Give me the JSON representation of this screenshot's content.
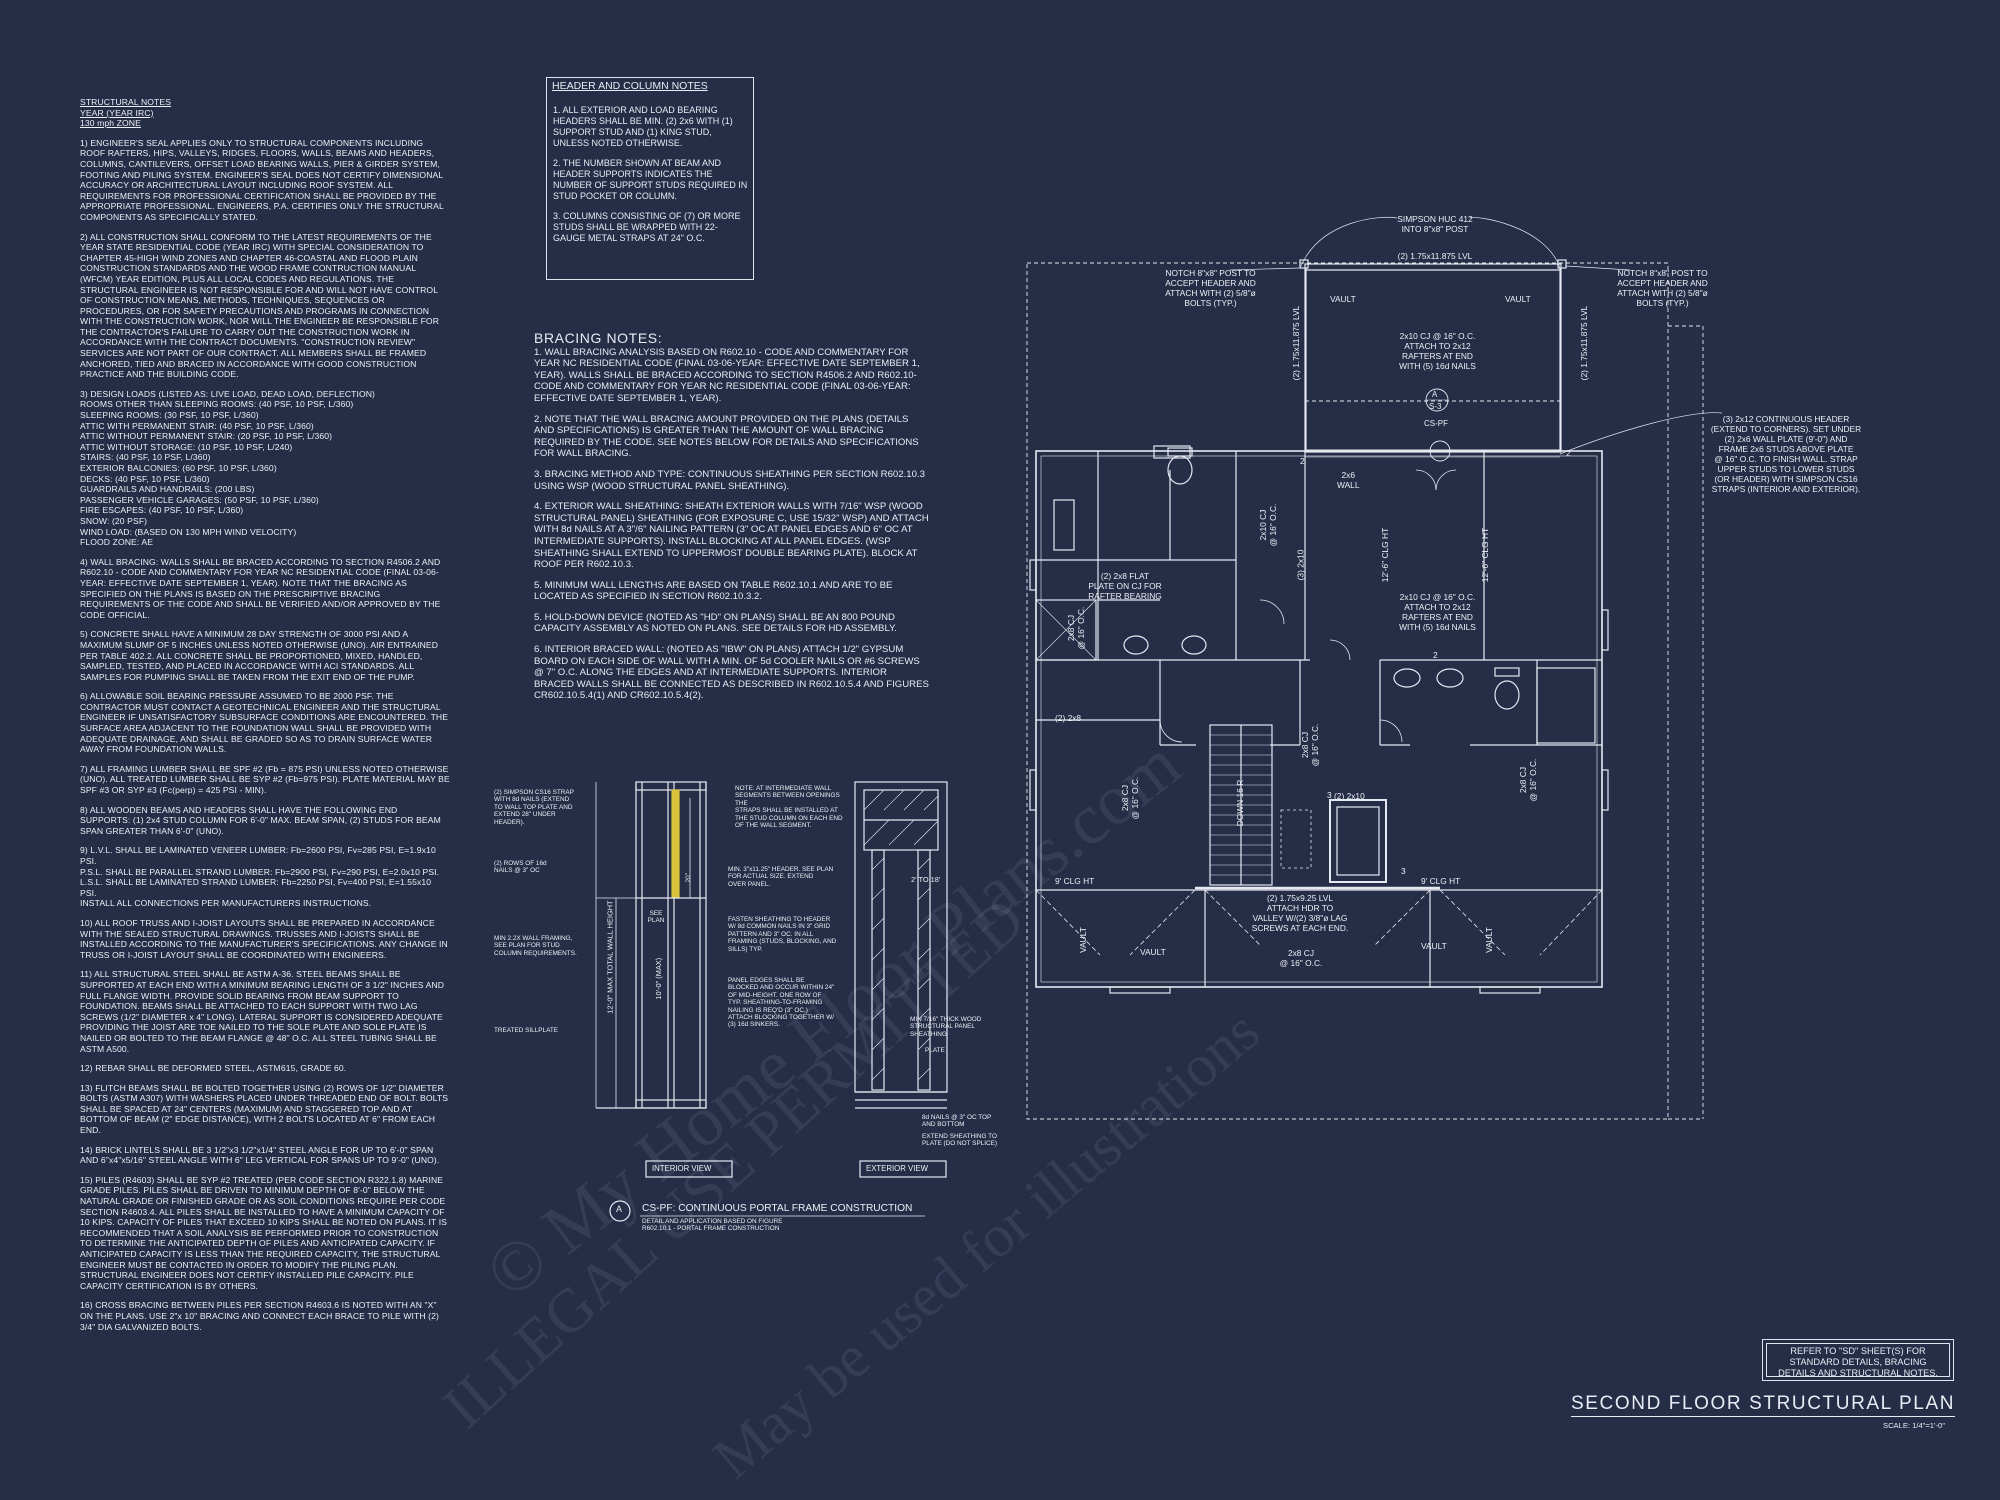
{
  "structural_notes": {
    "heading": "STRUCTURAL NOTES",
    "code_line": "YEAR (YEAR IRC)",
    "wind_line": "130 mph ZONE",
    "items": [
      "1) ENGINEER'S SEAL APPLIES ONLY TO STRUCTURAL COMPONENTS INCLUDING ROOF RAFTERS, HIPS, VALLEYS, RIDGES, FLOORS, WALLS, BEAMS AND HEADERS, COLUMNS, CANTILEVERS, OFFSET LOAD BEARING WALLS, PIER & GIRDER SYSTEM, FOOTING AND PILING SYSTEM. ENGINEER'S SEAL DOES NOT CERTIFY DIMENSIONAL ACCURACY OR ARCHITECTURAL LAYOUT INCLUDING ROOF SYSTEM. ALL REQUIREMENTS FOR PROFESSIONAL CERTIFICATION SHALL BE PROVIDED BY THE APPROPRIATE PROFESSIONAL. ENGINEERS, P.A. CERTIFIES ONLY THE STRUCTURAL COMPONENTS AS SPECIFICALLY STATED.",
      "2) ALL CONSTRUCTION SHALL CONFORM TO THE LATEST REQUIREMENTS OF THE YEAR STATE RESIDENTIAL CODE (YEAR IRC) WITH SPECIAL CONSIDERATION TO CHAPTER 45-HIGH WIND ZONES AND CHAPTER 46-COASTAL AND FLOOD PLAIN CONSTRUCTION STANDARDS AND THE WOOD FRAME CONTRUCTION MANUAL (WFCM) YEAR EDITION, PLUS ALL LOCAL CODES AND REGULATIONS. THE STRUCTURAL ENGINEER IS NOT RESPONSIBLE FOR AND WILL NOT HAVE CONTROL OF CONSTRUCTION MEANS, METHODS, TECHNIQUES, SEQUENCES OR PROCEDURES, OR FOR SAFETY PRECAUTIONS AND PROGRAMS IN CONNECTION WITH THE CONSTRUCTION WORK, NOR WILL THE ENGINEER BE RESPONSIBLE FOR THE CONTRACTOR'S FAILURE TO CARRY OUT THE CONSTRUCTION WORK IN ACCORDANCE WITH THE CONTRACT DOCUMENTS. \"CONSTRUCTION REVIEW\" SERVICES ARE NOT PART OF OUR CONTRACT. ALL MEMBERS SHALL BE FRAMED ANCHORED, TIED AND BRACED IN ACCORDANCE WITH GOOD CONSTRUCTION PRACTICE AND THE BUILDING CODE.",
      "3) DESIGN LOADS (LISTED AS: LIVE LOAD, DEAD LOAD, DEFLECTION)\nROOMS OTHER THAN SLEEPING ROOMS: (40 PSF, 10 PSF, L/360)\nSLEEPING ROOMS: (30 PSF, 10 PSF, L/360)\nATTIC WITH PERMANENT STAIR: (40 PSF, 10 PSF, L/360)\nATTIC WITHOUT PERMANENT STAIR: (20 PSF, 10 PSF, L/360)\nATTIC WITHOUT STORAGE: (10 PSF, 10 PSF, L/240)\nSTAIRS: (40 PSF, 10 PSF, L/360)\nEXTERIOR BALCONIES: (60 PSF, 10 PSF, L/360)\nDECKS: (40 PSF, 10 PSF, L/360)\nGUARDRAILS AND HANDRAILS: (200 LBS)\nPASSENGER VEHICLE GARAGES: (50 PSF, 10 PSF, L/360)\nFIRE ESCAPES: (40 PSF, 10 PSF, L/360)\nSNOW: (20 PSF)\nWIND LOAD: (BASED ON 130 MPH WIND VELOCITY)\nFLOOD ZONE: AE",
      "4) WALL BRACING: WALLS SHALL BE BRACED ACCORDING TO SECTION R4506.2 AND R602.10 - CODE AND COMMENTARY FOR YEAR NC RESIDENTIAL CODE (FINAL 03-06-YEAR: EFFECTIVE DATE SEPTEMBER 1, YEAR). NOTE THAT THE BRACING AS SPECIFIED ON THE PLANS IS BASED ON THE PRESCRIPTIVE BRACING REQUIREMENTS OF THE CODE AND SHALL BE VERIFIED AND/OR APPROVED BY THE CODE OFFICIAL.",
      "5) CONCRETE SHALL HAVE A MINIMUM 28 DAY STRENGTH OF 3000 PSI AND A MAXIMUM SLUMP OF 5 INCHES UNLESS NOTED OTHERWISE (UNO). AIR ENTRAINED PER TABLE 402.2. ALL CONCRETE SHALL BE PROPORTIONED, MIXED, HANDLED, SAMPLED, TESTED, AND PLACED IN ACCORDANCE WITH ACI STANDARDS. ALL SAMPLES FOR PUMPING SHALL BE TAKEN FROM THE EXIT END OF THE PUMP.",
      "6) ALLOWABLE SOIL BEARING PRESSURE ASSUMED TO BE 2000 PSF. THE CONTRACTOR MUST CONTACT A GEOTECHNICAL ENGINEER AND THE STRUCTURAL ENGINEER IF UNSATISFACTORY SUBSURFACE CONDITIONS ARE ENCOUNTERED. THE SURFACE AREA ADJACENT TO THE FOUNDATION WALL SHALL BE PROVIDED WITH ADEQUATE DRAINAGE, AND SHALL BE GRADED SO AS TO DRAIN SURFACE WATER AWAY FROM FOUNDATION WALLS.",
      "7) ALL FRAMING LUMBER SHALL BE SPF #2 (Fb = 875 PSI) UNLESS NOTED OTHERWISE (UNO). ALL TREATED LUMBER SHALL BE SYP #2 (Fb=975 PSI). PLATE MATERIAL MAY BE SPF #3 OR SYP #3 (Fc(perp) = 425 PSI - MIN).",
      "8) ALL WOODEN BEAMS AND HEADERS SHALL HAVE THE FOLLOWING END SUPPORTS: (1) 2x4 STUD COLUMN FOR 6'-0\" MAX. BEAM SPAN, (2) STUDS FOR BEAM SPAN GREATER THAN 6'-0\" (UNO).",
      "9) L.V.L. SHALL BE LAMINATED VENEER LUMBER: Fb=2600 PSI, Fv=285 PSI, E=1.9x10 PSI.\nP.S.L. SHALL BE PARALLEL STRAND LUMBER: Fb=2900 PSI, Fv=290 PSI, E=2.0x10 PSI.\nL.S.L. SHALL BE LAMINATED STRAND LUMBER: Fb=2250 PSI, Fv=400 PSI, E=1.55x10 PSI.\nINSTALL ALL CONNECTIONS PER MANUFACTURERS INSTRUCTIONS.",
      "10) ALL ROOF TRUSS AND I-JOIST LAYOUTS SHALL BE PREPARED IN ACCORDANCE WITH THE SEALED STRUCTURAL DRAWINGS. TRUSSES AND I-JOISTS SHALL BE INSTALLED ACCORDING TO THE MANUFACTURER'S SPECIFICATIONS. ANY CHANGE IN TRUSS OR I-JOIST LAYOUT SHALL BE COORDINATED WITH ENGINEERS.",
      "11) ALL STRUCTURAL STEEL SHALL BE ASTM A-36. STEEL BEAMS SHALL BE SUPPORTED AT EACH END WITH A MINIMUM BEARING LENGTH OF 3 1/2\" INCHES AND FULL FLANGE WIDTH. PROVIDE SOLID BEARING FROM BEAM SUPPORT TO FOUNDATION. BEAMS SHALL BE ATTACHED TO EACH SUPPORT WITH TWO LAG SCREWS (1/2\" DIAMETER x 4\" LONG). LATERAL SUPPORT IS CONSIDERED ADEQUATE PROVIDING THE JOIST ARE TOE NAILED TO THE SOLE PLATE AND SOLE PLATE IS NAILED OR BOLTED TO THE BEAM FLANGE @ 48\" O.C. ALL STEEL TUBING SHALL BE ASTM A500.",
      "12) REBAR SHALL BE DEFORMED STEEL, ASTM615, GRADE 60.",
      "13) FLITCH BEAMS SHALL BE BOLTED TOGETHER USING (2) ROWS OF 1/2\" DIAMETER BOLTS (ASTM A307) WITH WASHERS PLACED UNDER THREADED END OF BOLT. BOLTS SHALL BE SPACED AT 24\" CENTERS (MAXIMUM) AND STAGGERED TOP AND AT BOTTOM OF BEAM (2\" EDGE DISTANCE), WITH 2 BOLTS LOCATED AT 6\" FROM EACH END.",
      "14) BRICK LINTELS SHALL BE 3 1/2\"x3 1/2\"x1/4\" STEEL ANGLE FOR UP TO 6'-0\" SPAN AND 6\"x4\"x5/16\" STEEL ANGLE WITH 6\" LEG VERTICAL FOR SPANS UP TO 9'-0\" (UNO).",
      "15) PILES (R4603) SHALL BE SYP #2 TREATED (PER CODE SECTION R322.1.8) MARINE GRADE PILES. PILES SHALL BE DRIVEN TO MINIMUM DEPTH OF 8'-0\" BELOW THE NATURAL GRADE OR FINISHED GRADE OR AS SOIL CONDITIONS REQUIRE PER CODE SECTION R4603.4. ALL PILES SHALL BE INSTALLED TO HAVE A MINIMUM CAPACITY OF 10 KIPS. CAPACITY OF PILES THAT EXCEED 10 KIPS SHALL BE NOTED ON PLANS. IT IS RECOMMENDED THAT A SOIL ANALYSIS BE PERFORMED PRIOR TO CONSTRUCTION TO DETERMINE THE ANTICIPATED DEPTH OF PILES AND ANTICIPATED CAPACITY. IF ANTICIPATED CAPACITY IS LESS THAN THE REQUIRED CAPACITY, THE STRUCTURAL ENGINEER MUST BE CONTACTED IN ORDER TO MODIFY THE PILING PLAN. STRUCTURAL ENGINEER DOES NOT CERTIFY INSTALLED PILE CAPACITY. PILE CAPACITY CERTIFICATION IS BY OTHERS.",
      "16) CROSS BRACING BETWEEN PILES PER SECTION R4603.6 IS NOTED WITH AN \"X\" ON THE PLANS. USE 2\"x 10\" BRACING AND CONNECT EACH BRACE TO PILE WITH (2) 3/4\" DIA GALVANIZED BOLTS."
    ]
  },
  "header_column_notes": {
    "title": "HEADER AND COLUMN NOTES",
    "items": [
      "1. ALL EXTERIOR AND LOAD BEARING HEADERS SHALL BE MIN. (2) 2x6 WITH (1) SUPPORT STUD AND (1) KING STUD, UNLESS NOTED OTHERWISE.",
      "2. THE NUMBER SHOWN AT BEAM AND HEADER SUPPORTS INDICATES THE NUMBER OF SUPPORT STUDS REQUIRED IN STUD POCKET OR COLUMN.",
      "3. COLUMNS CONSISTING OF (7) OR MORE STUDS SHALL BE WRAPPED WITH 22-GAUGE METAL STRAPS AT 24\" O.C."
    ]
  },
  "bracing_notes": {
    "title": "BRACING NOTES:",
    "items": [
      "1. WALL BRACING ANALYSIS BASED ON R602.10 - CODE AND COMMENTARY FOR YEAR NC RESIDENTIAL CODE (FINAL 03-06-YEAR: EFFECTIVE DATE SEPTEMBER 1, YEAR). WALLS SHALL BE BRACED ACCORDING TO SECTION R4506.2 AND R602.10- CODE AND COMMENTARY FOR YEAR NC RESIDENTIAL CODE (FINAL 03-06-YEAR: EFFECTIVE DATE SEPTEMBER 1, YEAR).",
      "2. NOTE THAT THE WALL BRACING AMOUNT PROVIDED ON THE PLANS (DETAILS AND SPECIFICATIONS) IS GREATER THAN THE AMOUNT OF WALL BRACING REQUIRED BY THE CODE. SEE NOTES BELOW FOR DETAILS AND SPECIFICATIONS FOR WALL BRACING.",
      "3. BRACING METHOD AND TYPE: CONTINUOUS SHEATHING PER SECTION R602.10.3 USING WSP (WOOD STRUCTURAL PANEL SHEATHING).",
      "4. EXTERIOR WALL SHEATHING: SHEATH EXTERIOR WALLS WITH 7/16\" WSP (WOOD STRUCTURAL PANEL) SHEATHING (FOR EXPOSURE C, USE 15/32\" WSP) AND ATTACH WITH 8d NAILS AT A 3\"/6\" NAILING PATTERN (3\" OC AT PANEL EDGES AND 6\" OC AT INTERMEDIATE SUPPORTS). INSTALL BLOCKING AT ALL PANEL EDGES. (WSP SHEATHING SHALL EXTEND TO UPPERMOST DOUBLE BEARING PLATE). BLOCK AT ROOF PER R602.10.3.",
      "5. MINIMUM WALL LENGTHS ARE BASED ON TABLE R602.10.1 AND ARE TO BE LOCATED AS SPECIFIED IN SECTION R602.10.3.2.",
      "5. HOLD-DOWN DEVICE (NOTED AS \"HD\" ON PLANS) SHALL BE AN 800 POUND CAPACITY ASSEMBLY AS NOTED ON PLANS. SEE DETAILS FOR HD ASSEMBLY.",
      "6. INTERIOR BRACED WALL: (NOTED AS \"IBW\" ON PLANS) ATTACH 1/2\" GYPSUM BOARD ON EACH SIDE OF WALL WITH A MIN. OF 5d COOLER NAILS OR #6 SCREWS @ 7\" O.C. ALONG THE EDGES AND AT INTERMEDIATE SUPPORTS. INTERIOR BRACED WALLS SHALL BE CONNECTED AS DESCRIBED IN R602.10.5.4 AND FIGURES CR602.10.5.4(1) AND CR602.10.5.4(2)."
    ]
  },
  "detail": {
    "callout_letter": "A",
    "title": "CS-PF: CONTINUOUS PORTAL FRAME CONSTRUCTION",
    "subtitle": "DETAIL AND APPLICATION BASED ON FIGURE\nR602.10.1 - PORTAL FRAME CONSTRUCTION",
    "interior_view": "INTERIOR VIEW",
    "exterior_view": "EXTERIOR VIEW",
    "labels": {
      "strap": "(2) SIMPSON CS16 STRAP\nWITH 8d NAILS (EXTEND\nTO WALL TOP PLATE AND\nEXTEND 28\" UNDER\nHEADER).",
      "nails": "(2) ROWS OF 16d\nNAILS @ 3\" OC",
      "min2x4": "MIN 2.2X WALL FRAMING,\nSEE PLAN FOR STUD\nCOLUMN REQUIREMENTS.",
      "sill": "TREATED SILLPLATE",
      "note_int": "NOTE: AT INTERMEDIATE WALL\nSEGMENTS BETWEEN OPENINGS THE\nSTRAPS SHALL BE INSTALLED AT\nTHE STUD COLUMN ON EACH END\nOF THE WALL SEGMENT.",
      "header": "MIN. 3\"x11.25\" HEADER. SEE PLAN\nFOR ACTUAL SIZE. EXTEND\nOVER PANEL.",
      "fasten": "FASTEN SHEATHING TO HEADER\nW/ 8d COMMON NAILS IN 3\" GRID\nPATTERN AND 3\" OC. IN ALL\nFRAMING (STUDS, BLOCKING, AND\nSILLS) TYP.",
      "panel": "PANEL EDGES SHALL BE\nBLOCKED AND OCCUR WITHIN 24\"\nOF MID-HEIGHT. ONE ROW OF\nTYP. SHEATHING-TO-FRAMING\nNAILING IS REQ'D (3\" OC.)\nATTACH BLOCKING TOGETHER W/\n(3) 16d SINKERS.",
      "min716": "MIN 7/16\" THICK WOOD\nSTRUCTURAL PANEL\nSHEATHING",
      "plate": "PLATE",
      "nails8": "8d NAILS @ 3\" OC TOP\nAND BOTTOM",
      "extend": "EXTEND SHEATHING TO\nPLATE (DO NOT SPLICE)",
      "see_plan": "SEE\nPLAN",
      "dim20": "20\"",
      "dim10": "10'-0\" (MAX)",
      "dim12": "12'-0\" MAX TOTAL WALL HEIGHT",
      "dim218": "2' TO 18'"
    }
  },
  "plan": {
    "simpson_huc": "SIMPSON HUC 412\nINTO 8\"x8\" POST",
    "lvl_top": "(2) 1.75x11.875 LVL",
    "notch_left": "NOTCH 8\"x8\" POST TO\nACCEPT HEADER AND\nATTACH WITH (2) 5/8\"ø\nBOLTS (TYP.)",
    "notch_right": "NOTCH 8\"x8\" POST TO\nACCEPT HEADER AND\nATTACH WITH (2) 5/8\"ø\nBOLTS (TYP.)",
    "vault": "VAULT",
    "cj_attach_a": "2x10 CJ @ 16\" O.C.\nATTACH TO 2x12\nRAFTERS AT END\nWITH (5) 16d NAILS",
    "cj_attach_b": "2x10 CJ @ 16\" O.C.\nATTACH TO 2x12\nRAFTERS AT END\nWITH (5) 16d NAILS",
    "section_a": "A",
    "section_ref": "S-3",
    "cs_pf": "CS-PF",
    "lvl_side": "(2) 1.75x11.875 LVL",
    "header_note": "(3) 2x12 CONTINUOUS HEADER\n(EXTEND TO CORNERS). SET UNDER\n(2) 2x6 WALL PLATE (9'-0\") AND\nFRAME 2x6 STUDS ABOVE PLATE\n@ 16\" O.C. TO FINISH WALL. STRAP\nUPPER STUDS TO LOWER STUDS\n(OR HEADER) WITH SIMPSON CS16\nSTRAPS (INTERIOR AND EXTERIOR).",
    "wall_2x6": "2x6\nWALL",
    "flat_plate": "(2) 2x8 FLAT\nPLATE ON CJ FOR\nRAFTER BEARING",
    "clg_12": "12'-6\" CLG HT",
    "clg_9": "9' CLG HT",
    "cj_2x8": "2x8 CJ\n@ 16\" O.C.",
    "cj_2x10": "2x10 CJ\n@ 16\" O.C.",
    "x2x10": "(3) 2x10",
    "x2x10b": "(2) 2x10",
    "x2x8": "(2) 2x8",
    "down": "DOWN 16 R",
    "lvl_attach": "(2) 1.75x9.25 LVL\nATTACH HDR TO\nVALLEY W/(2) 3/8\"ø LAG\nSCREWS AT EACH END.",
    "cj_bottom": "2x8 CJ\n@ 16\" O.C.",
    "num2": "2",
    "num3": "3"
  },
  "refbox": "REFER TO \"SD\" SHEET(S) FOR\nSTANDARD DETAILS, BRACING\nDETAILS AND STRUCTURAL NOTES.",
  "sheet_title": "SECOND FLOOR STRUCTURAL PLAN",
  "scale": "SCALE: 1/4\"=1'-0\"",
  "watermarks": [
    "© My Home Floor Plans.com",
    "ILLEGAL USE PERMITTED",
    "May be used for illustrations"
  ]
}
